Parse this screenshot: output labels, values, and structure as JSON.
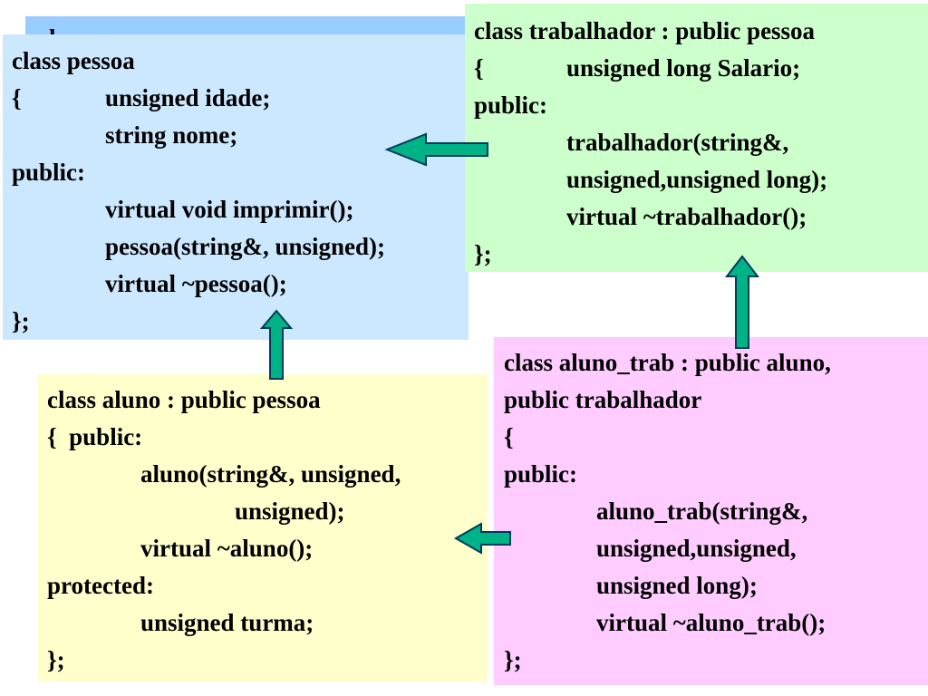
{
  "back_fragment": "l",
  "pessoa": {
    "lines": [
      "class pessoa",
      "{",
      "unsigned idade;",
      "string nome;",
      "public:",
      "virtual void imprimir();",
      "pessoa(string&, unsigned);",
      "virtual ~pessoa();",
      "};"
    ]
  },
  "trabalhador": {
    "lines": [
      "class trabalhador : public pessoa",
      "{",
      "unsigned long Salario;",
      "public:",
      "trabalhador(string&,",
      "unsigned,unsigned long);",
      "virtual ~trabalhador();",
      "};"
    ]
  },
  "aluno": {
    "lines": [
      "class aluno : public pessoa",
      "{  public:",
      "aluno(string&, unsigned,",
      "unsigned);",
      "virtual ~aluno();",
      "protected:",
      "unsigned turma;",
      "};"
    ]
  },
  "aluno_trab": {
    "lines": [
      "class aluno_trab : public aluno,",
      "public trabalhador",
      "{",
      "public:",
      "aluno_trab(string&,",
      "unsigned,unsigned,",
      "unsigned long);",
      "virtual ~aluno_trab();",
      "};"
    ]
  },
  "colors": {
    "arrow_fill": "#00b386",
    "arrow_stroke": "#003a5c",
    "pessoa_bg": "#cce8ff",
    "trabalhador_bg": "#ccffcc",
    "aluno_bg": "#ffffcc",
    "aluno_trab_bg": "#ffccff"
  }
}
